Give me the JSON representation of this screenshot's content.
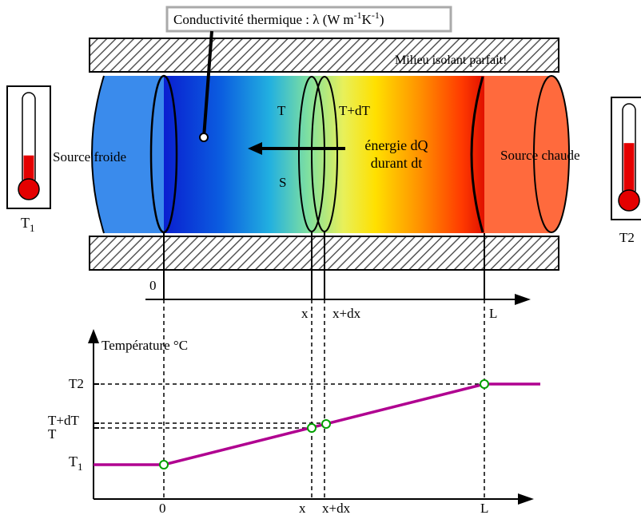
{
  "diagram": {
    "conductivity_label": "Conductivité thermique : λ (W m",
    "conductivity_exp1": "-1",
    "conductivity_mid": "K",
    "conductivity_exp2": "-1",
    "conductivity_close": ")",
    "insulator_label": "Milieu isolant parfait!",
    "cold_source_label": "Source froide",
    "hot_source_label": "Source chaude",
    "slice_left_label": "T",
    "slice_right_label": "T+dT",
    "area_label": "S",
    "energy_line1": "énergie dQ",
    "energy_line2": "durant dt",
    "thermo_left_symbol": "T",
    "thermo_left_subscript": "1",
    "thermo_right_symbol": "T2",
    "thermo_left_level": 0.35,
    "thermo_right_level": 0.6,
    "colors": {
      "cold": "#2f7fe6",
      "hot": "#ff6a3d",
      "mercury": "#e40000",
      "curve": "#b00090",
      "marker": "#00a000"
    }
  },
  "axis_top": {
    "origin": "0",
    "x": "x",
    "x_dx": "x+dx",
    "end": "L"
  },
  "graph": {
    "y_title": "Température °C",
    "y_T2": "T2",
    "y_TdT": "T+dT",
    "y_T": "T",
    "y_T1_symbol": "T",
    "y_T1_sub": "1",
    "x_origin": "0",
    "x_x": "x",
    "x_dx": "x+dx",
    "x_L": "L"
  }
}
